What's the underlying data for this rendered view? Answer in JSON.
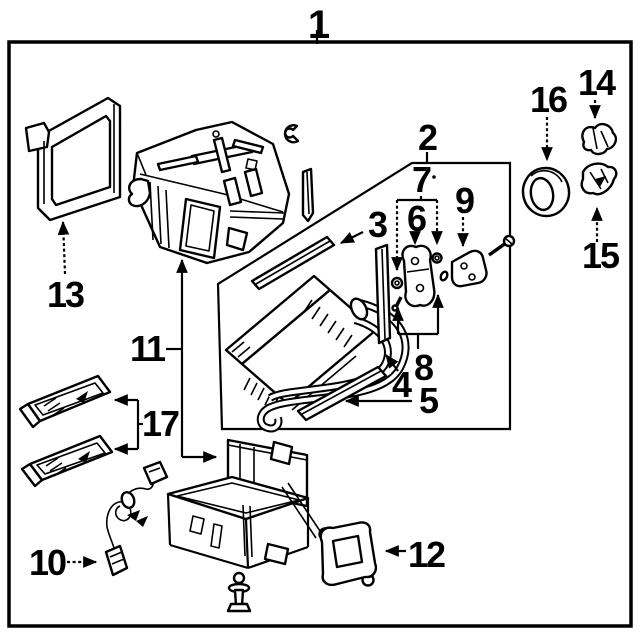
{
  "figure": {
    "kind": "exploded-parts-diagram",
    "description_visible_text_only": true,
    "callouts": {
      "c1": "1",
      "c2": "2",
      "c3": "3",
      "c4": "4",
      "c5": "5",
      "c6": "6",
      "c7": "7",
      "c8": "8",
      "c9": "9",
      "c10": "10",
      "c11": "11",
      "c12": "12",
      "c13": "13",
      "c14": "14",
      "c15": "15",
      "c16": "16",
      "c17": "17"
    },
    "colors": {
      "ink": "#000000",
      "background": "#ffffff"
    }
  }
}
